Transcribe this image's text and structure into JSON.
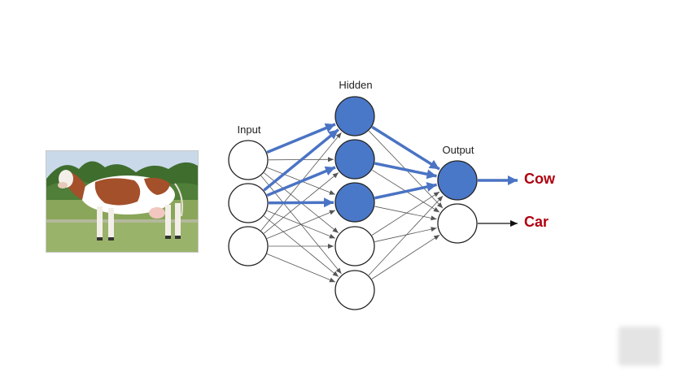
{
  "labels": {
    "input": "Input",
    "hidden": "Hidden",
    "output": "Output"
  },
  "outputs": [
    {
      "label": "Cow",
      "active": true
    },
    {
      "label": "Car",
      "active": false
    }
  ],
  "network": {
    "input_count": 3,
    "hidden_count": 5,
    "output_count": 2,
    "hidden_active": [
      0,
      1,
      2
    ],
    "output_active": [
      0
    ],
    "strong_input_to_hidden": [
      [
        0,
        0
      ],
      [
        1,
        0
      ],
      [
        1,
        1
      ],
      [
        1,
        2
      ]
    ],
    "strong_hidden_to_output": [
      [
        0,
        0
      ],
      [
        1,
        0
      ],
      [
        2,
        0
      ]
    ]
  },
  "colors": {
    "active_fill": "#4a78c8",
    "active_edge": "#4a73c4",
    "output_text": "#b00010",
    "thin_edge": "#555555",
    "node_stroke": "#222222"
  },
  "image": {
    "subject": "cow-photo"
  }
}
